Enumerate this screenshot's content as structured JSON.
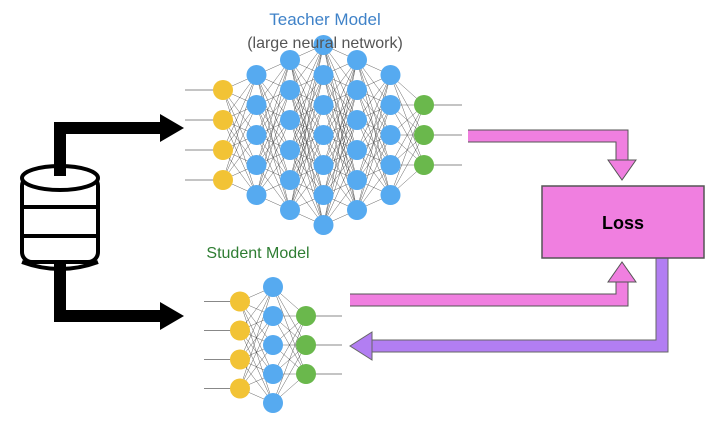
{
  "teacher": {
    "title": "Teacher Model",
    "subtitle": "(large neural network)",
    "title_color": "#3f82c8",
    "layers": [
      4,
      5,
      6,
      7,
      6,
      5,
      3
    ]
  },
  "student": {
    "title": "Student Model",
    "title_color": "#2e7d32",
    "layers": [
      4,
      5,
      3
    ]
  },
  "loss": {
    "label": "Loss",
    "fill": "#f07fe0"
  },
  "colors": {
    "input_node": "#f2c335",
    "hidden_node": "#56aaf0",
    "output_node": "#6ab84c",
    "arrow_data": "#000000",
    "arrow_to_loss": "#f07fe0",
    "arrow_from_loss": "#b27ef2",
    "edge": "#3a3a3a"
  },
  "icons": {
    "dataset": "database-icon"
  }
}
